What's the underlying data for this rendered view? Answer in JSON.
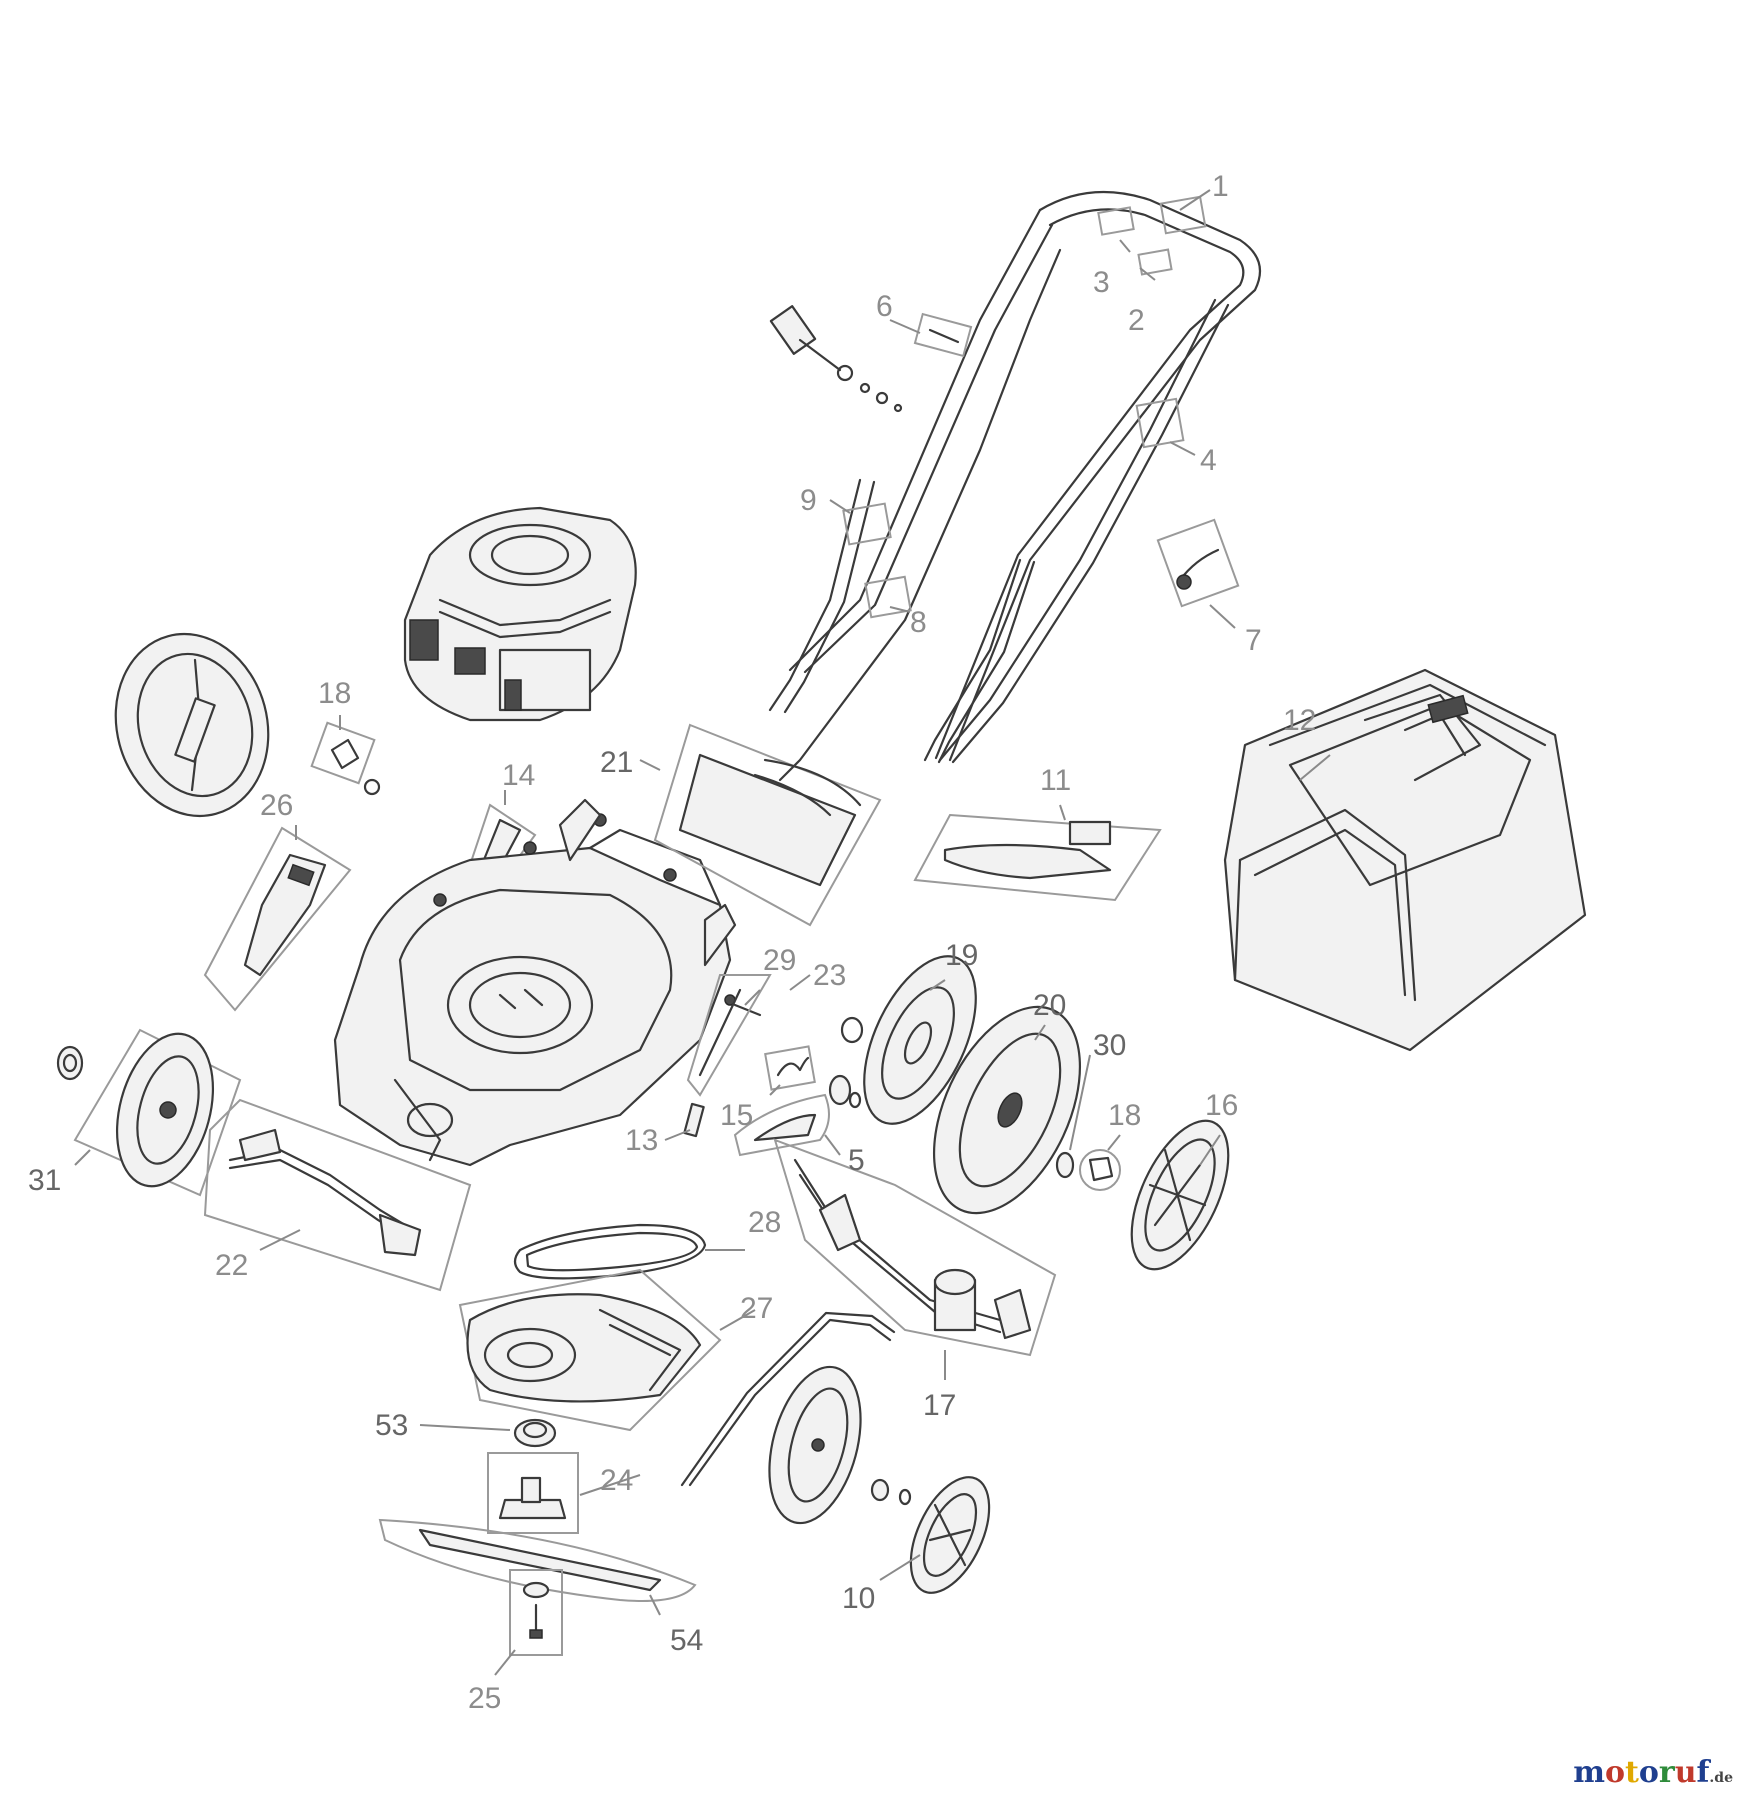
{
  "callouts": [
    {
      "id": "1",
      "label": "1"
    },
    {
      "id": "2",
      "label": "2"
    },
    {
      "id": "3",
      "label": "3"
    },
    {
      "id": "4",
      "label": "4"
    },
    {
      "id": "5",
      "label": "5"
    },
    {
      "id": "6",
      "label": "6"
    },
    {
      "id": "7",
      "label": "7"
    },
    {
      "id": "8",
      "label": "8"
    },
    {
      "id": "9",
      "label": "9"
    },
    {
      "id": "10",
      "label": "10"
    },
    {
      "id": "11",
      "label": "11"
    },
    {
      "id": "12",
      "label": "12"
    },
    {
      "id": "13",
      "label": "13"
    },
    {
      "id": "14",
      "label": "14"
    },
    {
      "id": "15",
      "label": "15"
    },
    {
      "id": "16",
      "label": "16"
    },
    {
      "id": "17",
      "label": "17"
    },
    {
      "id": "18a",
      "label": "18"
    },
    {
      "id": "18b",
      "label": "18"
    },
    {
      "id": "19",
      "label": "19"
    },
    {
      "id": "20",
      "label": "20"
    },
    {
      "id": "21",
      "label": "21"
    },
    {
      "id": "22",
      "label": "22"
    },
    {
      "id": "23",
      "label": "23"
    },
    {
      "id": "24",
      "label": "24"
    },
    {
      "id": "25",
      "label": "25"
    },
    {
      "id": "26",
      "label": "26"
    },
    {
      "id": "27",
      "label": "27"
    },
    {
      "id": "28",
      "label": "28"
    },
    {
      "id": "29",
      "label": "29"
    },
    {
      "id": "30",
      "label": "30"
    },
    {
      "id": "31",
      "label": "31"
    },
    {
      "id": "53",
      "label": "53"
    },
    {
      "id": "54",
      "label": "54"
    }
  ],
  "watermark": {
    "parts": [
      {
        "text": "m",
        "color": "#1f3f8f"
      },
      {
        "text": "o",
        "color": "#c0392b"
      },
      {
        "text": "t",
        "color": "#e0a800"
      },
      {
        "text": "o",
        "color": "#1f3f8f"
      },
      {
        "text": "r",
        "color": "#2e8b3a"
      },
      {
        "text": "u",
        "color": "#c0392b"
      },
      {
        "text": "f",
        "color": "#1f3f8f"
      }
    ],
    "suffix": ".de"
  }
}
